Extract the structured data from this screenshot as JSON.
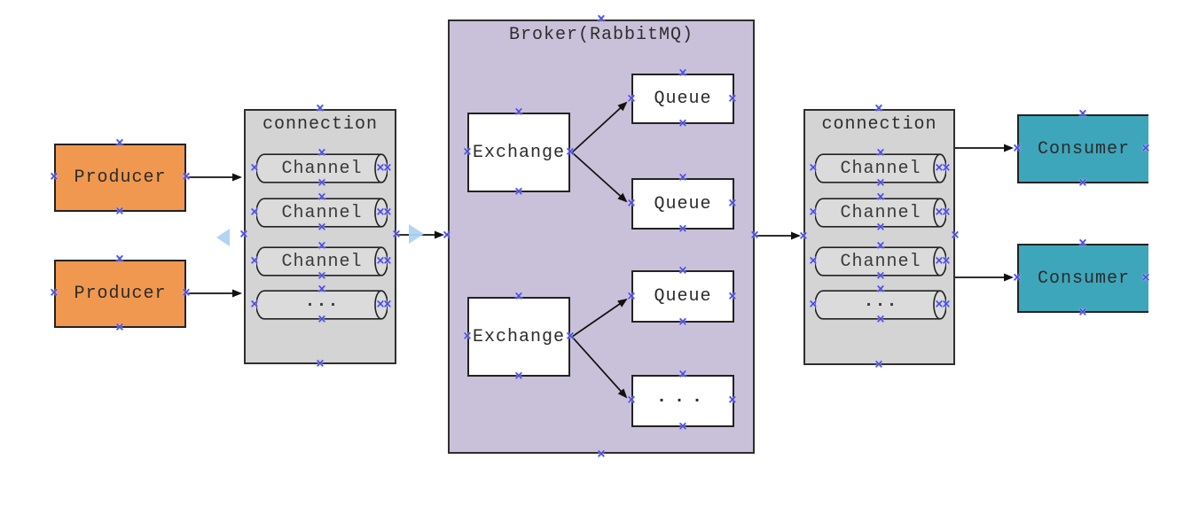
{
  "diagram": {
    "producers": [
      {
        "label": "Producer"
      },
      {
        "label": "Producer"
      }
    ],
    "left_connection": {
      "title": "connection",
      "channels": [
        "Channel",
        "Channel",
        "Channel",
        "..."
      ]
    },
    "broker": {
      "title": "Broker(RabbitMQ)",
      "exchanges": [
        {
          "label": "Exchange"
        },
        {
          "label": "Exchange"
        }
      ],
      "queues": [
        "Queue",
        "Queue",
        "Queue",
        "..."
      ]
    },
    "right_connection": {
      "title": "connection",
      "channels": [
        "Channel",
        "Channel",
        "Channel",
        "..."
      ]
    },
    "consumers": [
      {
        "label": "Consumer"
      },
      {
        "label": "Consumer"
      }
    ],
    "colors": {
      "producer_fill": "#f0984f",
      "consumer_fill": "#3ea6ba",
      "broker_fill": "#c9c1d9",
      "connection_fill": "#d4d4d4",
      "channel_fill": "#dbdbdb",
      "anchor_marker": "#4747e4",
      "nav_triangle": "#afd3f2",
      "connector": "#111111"
    }
  }
}
